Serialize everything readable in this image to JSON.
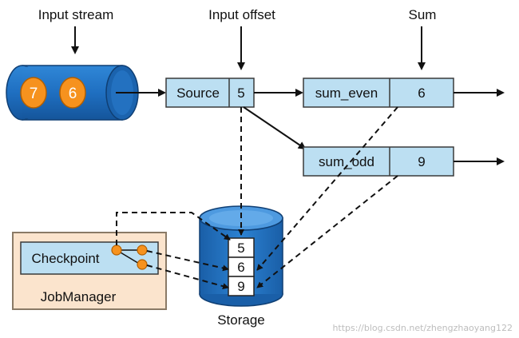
{
  "labels": {
    "input_stream": "Input stream",
    "input_offset": "Input offset",
    "sum": "Sum",
    "storage": "Storage",
    "jobmanager": "JobManager",
    "checkpoint": "Checkpoint"
  },
  "stream": {
    "records": [
      "7",
      "6"
    ]
  },
  "source": {
    "name": "Source",
    "offset": "5"
  },
  "sum_even": {
    "name": "sum_even",
    "value": "6"
  },
  "sum_odd": {
    "name": "sum_odd",
    "value": "9"
  },
  "storage": {
    "values": [
      "5",
      "6",
      "9"
    ]
  },
  "watermark": "https://blog.csdn.net/zhengzhaoyang122",
  "colors": {
    "box_fill": "#bcdff2",
    "box_stroke": "#3a3a3a",
    "stream_blue": "#1f6fc1",
    "record_orange": "#f6921e",
    "jobmanager_fill": "#fbe4cd",
    "jobmanager_stroke": "#8a7a66"
  }
}
